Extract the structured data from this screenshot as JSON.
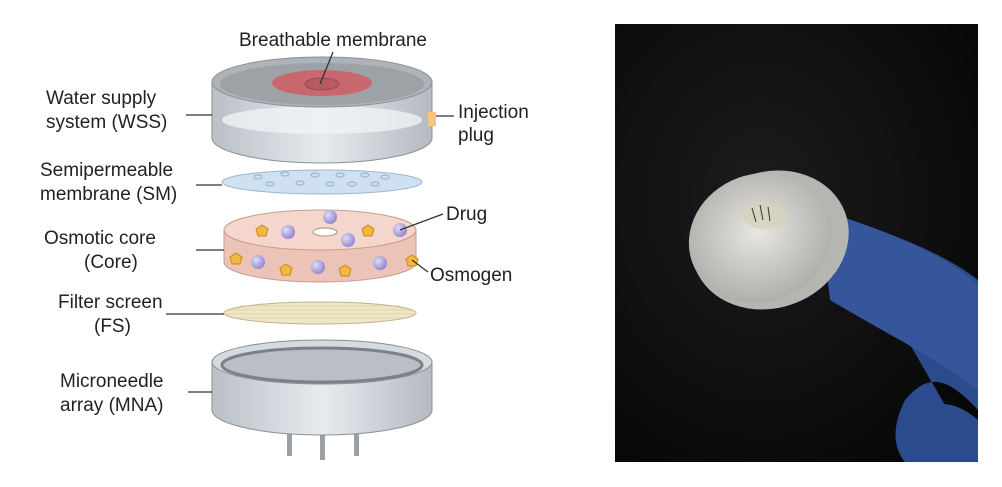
{
  "labels": {
    "breathable": "Breathable membrane",
    "wss_1": "Water supply",
    "wss_2": "system (WSS)",
    "injection_1": "Injection",
    "injection_2": "plug",
    "sm_1": "Semipermeable",
    "sm_2": "membrane (SM)",
    "core_1": "Osmotic core",
    "core_2": "(Core)",
    "drug": "Drug",
    "osmogen": "Osmogen",
    "fs_1": "Filter screen",
    "fs_2": "(FS)",
    "mna_1": "Microneedle",
    "mna_2": "array (MNA)"
  },
  "colors": {
    "breathable": "#c9676e",
    "sm": "#cfe0f0",
    "core": "#f1cfc4",
    "drug": "#a9a0dc",
    "osmogen": "#f2b73f",
    "photo_bg": "#0b0b0c",
    "glove": "#2b4b8c"
  }
}
